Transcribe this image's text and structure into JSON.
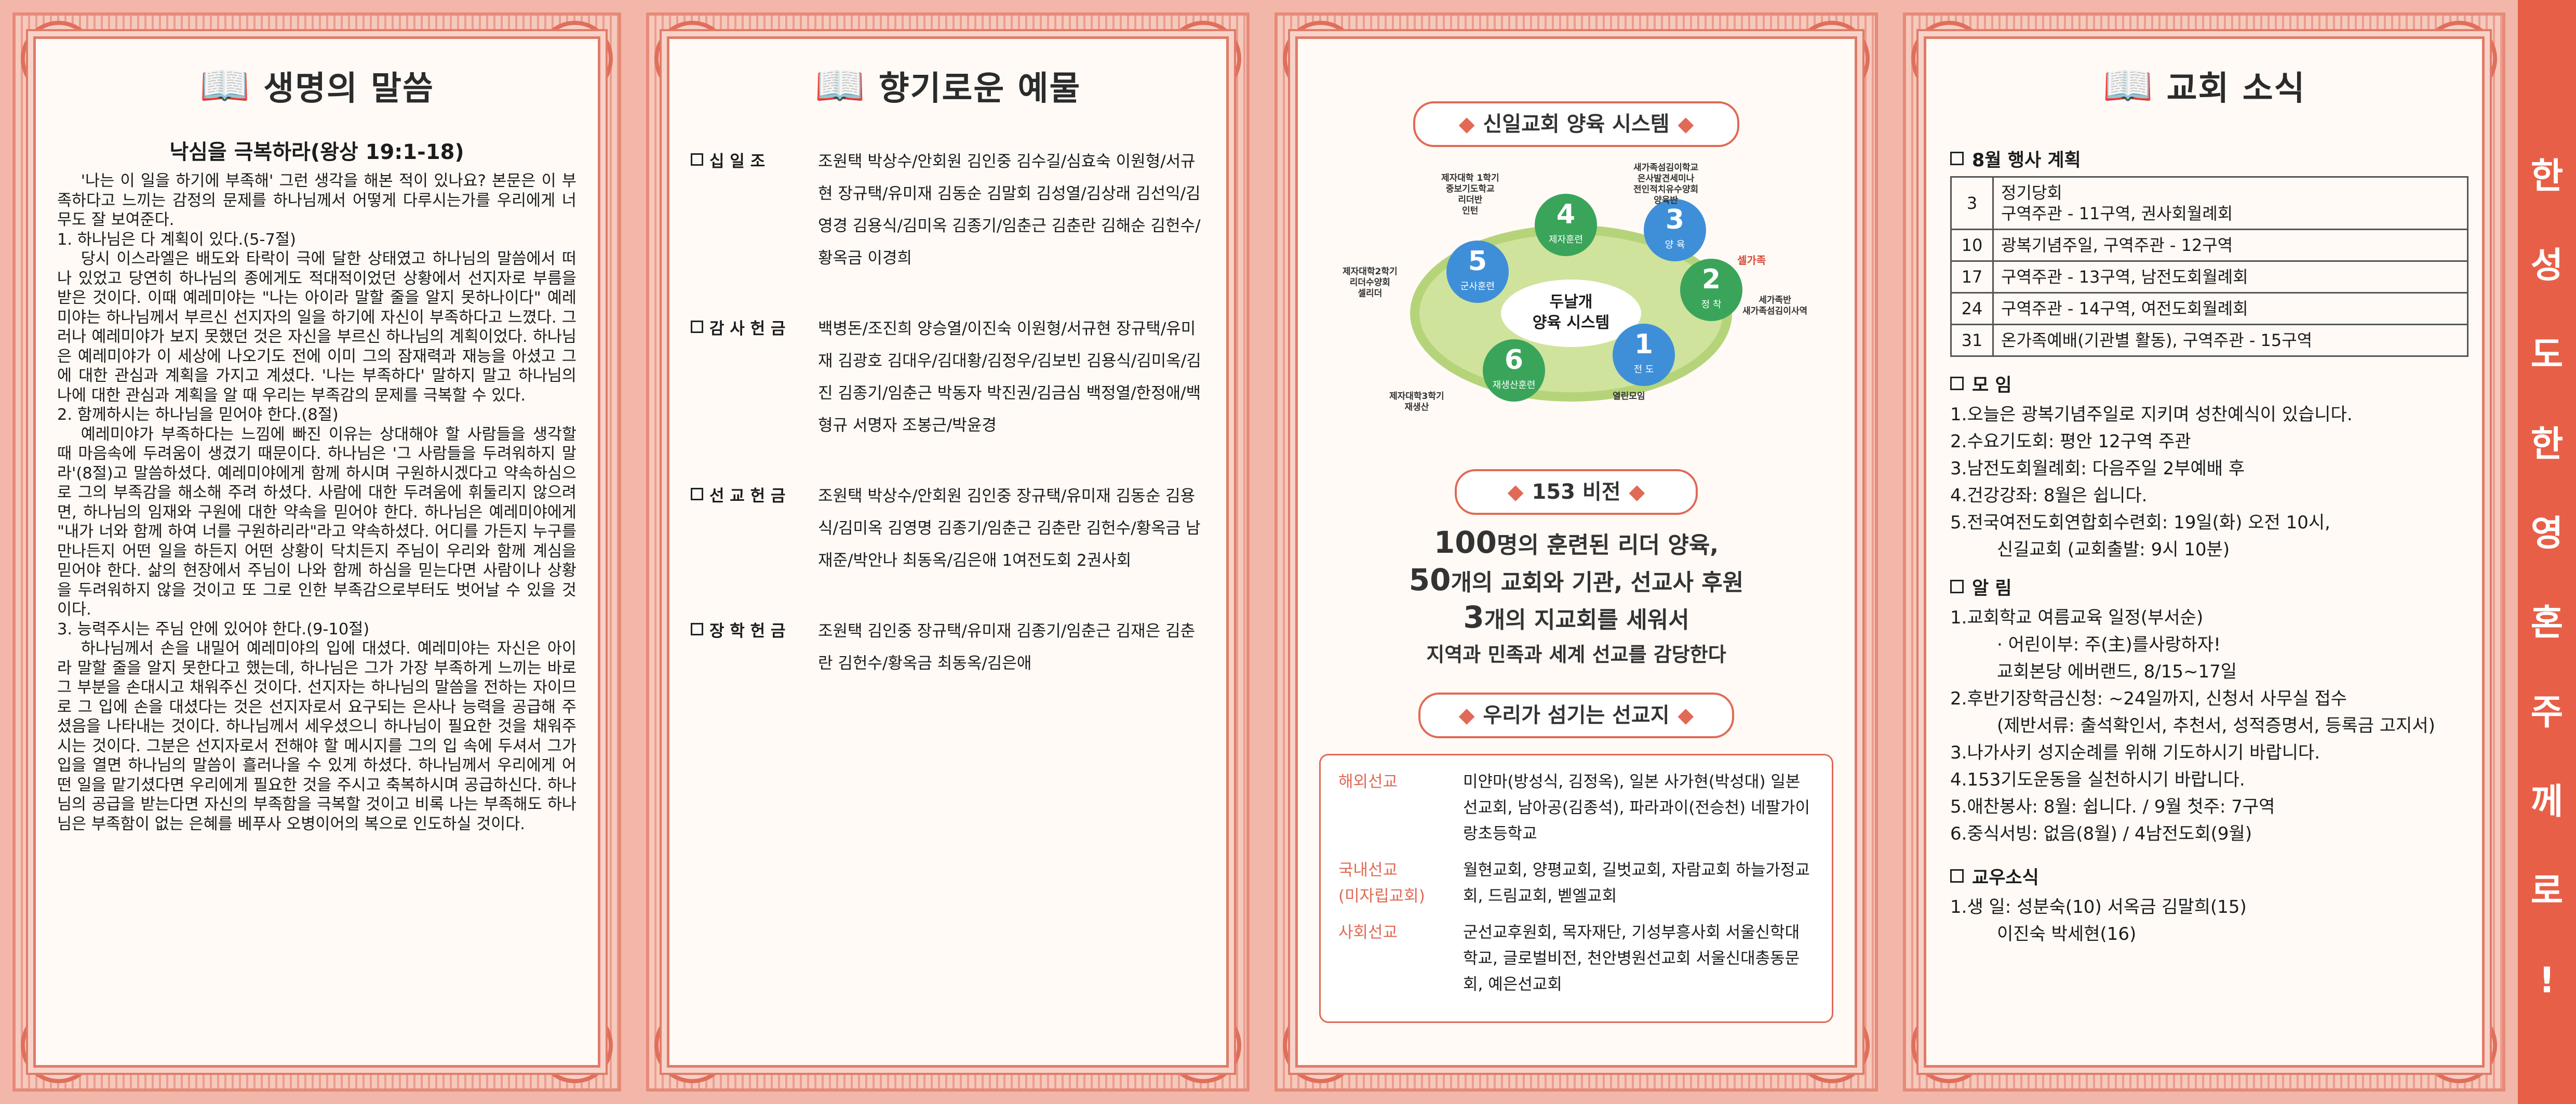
{
  "panel1": {
    "title": "생명의 말씀",
    "sermon_title": "낙심을 극복하라(왕상 19:1-18)",
    "paragraphs": [
      "'나는 이 일을 하기에 부족해' 그런 생각을 해본 적이 있나요? 본문은 이 부족하다고 느끼는 감정의 문제를 하나님께서 어떻게 다루시는가를 우리에게 너무도 잘 보여준다.",
      "1. 하나님은 다 계획이 있다.(5-7절)",
      "당시 이스라엘은 배도와 타락이 극에 달한 상태였고 하나님의 말씀에서 떠나 있었고 당연히 하나님의 종에게도 적대적이었던 상황에서 선지자로 부름을 받은 것이다. 이때 예레미야는 \"나는 아이라 말할 줄을 알지 못하나이다\" 예레미야는 하나님께서 부르신 선지자의 일을 하기에 자신이 부족하다고 느꼈다. 그러나 예레미야가 보지 못했던 것은 자신을 부르신 하나님의 계획이었다. 하나님은 예레미야가 이 세상에 나오기도 전에 이미 그의 잠재력과 재능을 아셨고 그에 대한 관심과 계획을 가지고 계셨다. '나는 부족하다' 말하지 말고 하나님의 나에 대한 관심과 계획을 알 때 우리는 부족감의 문제를 극복할 수 있다.",
      "2. 함께하시는 하나님을 믿어야 한다.(8절)",
      "예레미야가 부족하다는 느낌에 빠진 이유는 상대해야 할 사람들을 생각할 때 마음속에 두려움이 생겼기 때문이다. 하나님은 '그 사람들을 두려워하지 말라'(8절)고 말씀하셨다. 예레미야에게 함께 하시며 구원하시겠다고 약속하심으로 그의 부족감을 해소해 주려 하셨다. 사람에 대한 두려움에 휘둘리지 않으려면, 하나님의 임재와 구원에 대한 약속을 믿어야 한다. 하나님은 예레미야에게 \"내가 너와 함께 하여 너를 구원하리라\"라고 약속하셨다. 어디를 가든지 누구를 만나든지 어떤 일을 하든지 어떤 상황이 닥치든지 주님이 우리와 함께 계심을 믿어야 한다. 삶의 현장에서 주님이 나와 함께 하심을 믿는다면 사람이나 상황을 두려워하지 않을 것이고 또 그로 인한 부족감으로부터도 벗어날 수 있을 것이다.",
      "3. 능력주시는 주님 안에 있어야 한다.(9-10절)",
      "하나님께서 손을 내밀어 예레미야의 입에 대셨다. 예레미야는 자신은 아이라 말할 줄을 알지 못한다고 했는데, 하나님은 그가 가장 부족하게 느끼는 바로 그 부분을 손대시고 채워주신 것이다. 선지자는 하나님의 말씀을 전하는 자이므로 그 입에 손을 대셨다는 것은 선지자로서 요구되는 은사나 능력을 공급해 주셨음을 나타내는 것이다. 하나님께서 세우셨으니 하나님이 필요한 것을 채워주시는 것이다. 그분은 선지자로서 전해야 할 메시지를 그의 입 속에 두셔서 그가 입을 열면 하나님의 말씀이 흘러나올 수 있게 하셨다. 하나님께서 우리에게 어떤 일을 맡기셨다면 우리에게 필요한 것을 주시고 축복하시며 공급하신다. 하나님의 공급을 받는다면 자신의 부족함을 극복할 것이고 비록 나는 부족해도 하나님은 부족함이 없는 은혜를 베푸사 오병이어의 복으로 인도하실 것이다."
    ]
  },
  "panel2": {
    "title": "향기로운 예물",
    "offerings": [
      {
        "label": "십 일 조",
        "names": "조원택 박상수/안회원 김인중 김수길/심효숙 이원형/서규현 장규택/유미재 김동순 김말회 김성열/김상래 김선익/김영경 김용식/김미옥 김종기/임춘근 김춘란 김해순 김헌수/황옥금 이경희"
      },
      {
        "label": "감 사 헌 금",
        "names": "백병돈/조진희 양승열/이진숙 이원형/서규현 장규택/유미재 김광호 김대우/김대황/김정우/김보빈 김용식/김미옥/김진 김종기/임춘근 박동자 박진권/김금심 백정열/한정애/백형규 서명자 조봉근/박윤경"
      },
      {
        "label": "선 교 헌 금",
        "names": "조원택 박상수/안회원 김인중 장규택/유미재 김동순 김용식/김미옥 김영명 김종기/임춘근 김춘란 김헌수/황옥금 남재준/박안나 최동옥/김은애 1여전도회 2권사회"
      },
      {
        "label": "장 학 헌 금",
        "names": "조원택 김인중 장규택/유미재 김종기/임춘근 김재은 김춘란 김헌수/황옥금 최동옥/김은애"
      }
    ]
  },
  "panel3": {
    "system_title": "신일교회 양육 시스템",
    "center_label": "두날개\n양육 시스템",
    "nodes": [
      {
        "num": "1",
        "sub": "전 도",
        "label": "열린모임"
      },
      {
        "num": "2",
        "sub": "정 착",
        "label": "세가족반\n새가족섬김이사역"
      },
      {
        "num": "3",
        "sub": "양 육",
        "label": "새가족섬김이학교\n은사발견세미나\n전인적치유수양회\n양육반"
      },
      {
        "num": "4",
        "sub": "제자훈련",
        "label": "제자대학 1학기\n중보기도학교\n리더반\n인턴"
      },
      {
        "num": "5",
        "sub": "군사훈련",
        "label": "제자대학2학기\n리더수양회\n셀리더"
      },
      {
        "num": "6",
        "sub": "재생산훈련",
        "label": "제자대학3학기\n재생산"
      }
    ],
    "arrow_label": "셀가족",
    "vision_title": "153 비전",
    "vision_lines": [
      {
        "num": "100",
        "text": "명의 훈련된 리더 양육,"
      },
      {
        "num": "50",
        "text": "개의 교회와 기관, 선교사 후원"
      },
      {
        "num": "3",
        "text": "개의 지교회를 세워서"
      }
    ],
    "vision_last": "지역과 민족과 세계 선교를 감당한다",
    "mission_title": "우리가 섬기는 선교지",
    "mission": [
      {
        "key": "해외선교",
        "value": "미얀마(방성식, 김정옥), 일본 사가현(박성대) 일본 선교회, 남아공(김종석), 파라과이(전승천) 네팔가이랑초등학교"
      },
      {
        "key": "국내선교\n(미자립교회)",
        "value": "월현교회, 양평교회, 길벗교회, 자람교회 하늘가정교회, 드림교회, 벧엘교회"
      },
      {
        "key": "사회선교",
        "value": "군선교후원회, 목자재단, 기성부흥사회 서울신학대학교, 글로벌비전, 천안병원선교회 서울신대총동문회, 예은선교회"
      }
    ]
  },
  "panel4": {
    "title": "교회 소식",
    "events_title": "8월 행사 계획",
    "events": [
      {
        "day": "3",
        "text": "정기당회\n구역주관 - 11구역, 권사회월례회"
      },
      {
        "day": "10",
        "text": "광복기념주일, 구역주관 - 12구역"
      },
      {
        "day": "17",
        "text": "구역주관 - 13구역, 남전도회월례회"
      },
      {
        "day": "24",
        "text": "구역주관 - 14구역, 여전도회월례회"
      },
      {
        "day": "31",
        "text": "온가족예배(기관별 활동), 구역주관 - 15구역"
      }
    ],
    "meeting_title": "모 임",
    "meetings": [
      "1.오늘은 광복기념주일로 지키며 성찬예식이 있습니다.",
      "2.수요기도회: 평안 12구역 주관",
      "3.남전도회월례회: 다음주일 2부예배 후",
      "4.건강강좌: 8월은 쉽니다.",
      "5.전국여전도회연합회수련회: 19일(화) 오전 10시,",
      "신길교회 (교회출발: 9시 10분)"
    ],
    "notice_title": "알 림",
    "notices": [
      "1.교회학교 여름교육 일정(부서순)",
      "· 어린이부: 주(主)를사랑하자!",
      "교회본당 에버랜드, 8/15~17일",
      "2.후반기장학금신청: ~24일까지, 신청서 사무실 접수",
      "(제반서류: 출석확인서, 추천서, 성적증명서, 등록금 고지서)",
      "3.나가사키 성지순례를 위해 기도하시기 바랍니다.",
      "4.153기도운동을 실천하시기 바랍니다.",
      "5.애찬봉사: 8월: 쉽니다. / 9월 첫주: 7구역",
      "6.중식서빙: 없음(8월) / 4남전도회(9월)"
    ],
    "members_title": "교우소식",
    "members": [
      "1.생 일: 성분숙(10) 서옥금 김말희(15)",
      "이진숙 박세현(16)"
    ]
  },
  "banner": {
    "chars": [
      "한",
      "성",
      "도",
      "한",
      "영",
      "혼",
      "주",
      "께",
      "로",
      "!"
    ]
  }
}
